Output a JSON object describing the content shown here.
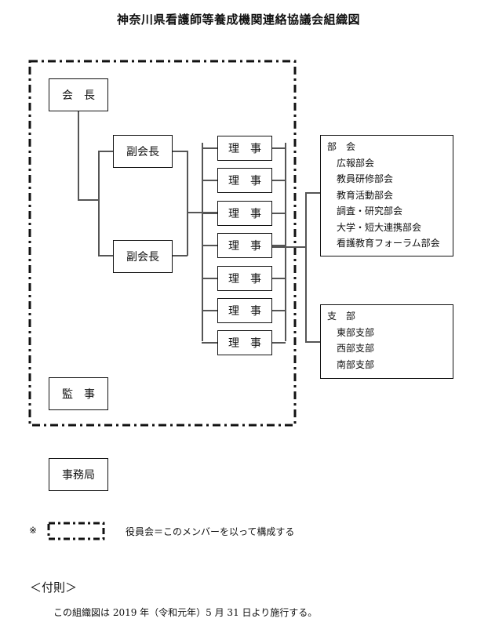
{
  "title": "神奈川県看護師等養成機関連絡協議会組織図",
  "org": {
    "president": "会　長",
    "vice_presidents": [
      "副会長",
      "副会長"
    ],
    "directors": [
      "理　事",
      "理　事",
      "理　事",
      "理　事",
      "理　事",
      "理　事",
      "理　事"
    ],
    "auditor": "監　事",
    "secretariat": "事務局"
  },
  "committees": {
    "heading": "部　会",
    "items": [
      "広報部会",
      "教員研修部会",
      "教育活動部会",
      "調査・研究部会",
      "大学・短大連携部会",
      "看護教育フォーラム部会"
    ]
  },
  "branches": {
    "heading": "支　部",
    "items": [
      "東部支部",
      "西部支部",
      "南部支部"
    ]
  },
  "legend": {
    "mark": "※",
    "text": "役員会＝このメンバーを以って構成する"
  },
  "supplementary": {
    "heading": "＜付則＞",
    "text": "この組織図は 2019 年（令和元年）5 月 31 日より施行する。"
  }
}
